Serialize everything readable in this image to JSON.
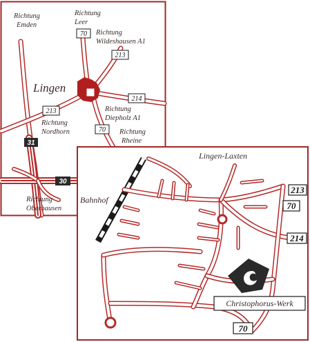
{
  "overview_map": {
    "city": "Lingen",
    "directions": [
      {
        "id": "emden",
        "line1": "Richtung",
        "line2": "Emden"
      },
      {
        "id": "leer",
        "line1": "Richtung",
        "line2": "Leer"
      },
      {
        "id": "wildeshausen",
        "line1": "Richtung",
        "line2": "Wildeshausen A1"
      },
      {
        "id": "diepholz",
        "line1": "Richtung",
        "line2": "Diepholz A1"
      },
      {
        "id": "nordhorn",
        "line1": "Richtung",
        "line2": "Nordhorn"
      },
      {
        "id": "rheine",
        "line1": "Richtung",
        "line2": "Rheine"
      },
      {
        "id": "oberhausen",
        "line1": "Richtung",
        "line2": "Oberhausen"
      }
    ],
    "road_shields": [
      "70",
      "213",
      "214",
      "213",
      "70"
    ],
    "motorway_shields": [
      "31",
      "30"
    ]
  },
  "detail_map": {
    "district": "Lingen-Laxten",
    "station": "Bahnhof",
    "destination": "Christophorus-Werk",
    "road_shields": [
      "213",
      "70",
      "214",
      "70"
    ]
  },
  "colors": {
    "road_red": "#b42a2a",
    "border_red": "#a02828",
    "city_marker": "#b01e1e",
    "motorway_shield": "#2a2a2a",
    "label_text": "#3a2a2a"
  }
}
